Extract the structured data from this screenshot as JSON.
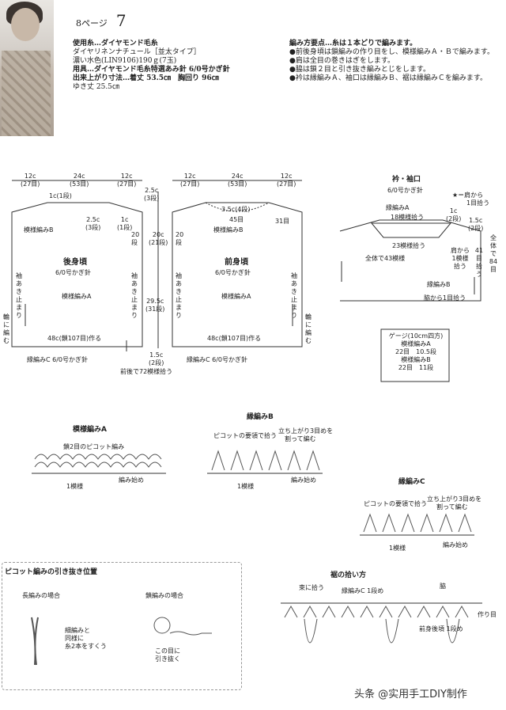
{
  "header": {
    "page_ref": "8ページ",
    "page_no": "7",
    "yarn_label": "使用糸…ダイヤモンド毛糸",
    "yarn_line2": "ダイヤリネンナチュール［並太タイプ］",
    "yarn_line3": "濃い水色(LIN9106)190ｇ(7玉)",
    "tool_label": "用具…ダイヤモンド毛糸特選あみ針 6/0号かぎ針",
    "size_label": "出来上がり寸法…着丈 53.5㎝　胸回り 96㎝",
    "size_line2": "ゆき丈 25.5㎝"
  },
  "points": {
    "title": "編み方要点…糸は１本どりで編みます。",
    "items": [
      "●前後身頃は鎖編みの作り目をし、模様編みＡ・Ｂで編みます。",
      "●肩は全目の巻きはぎをします。",
      "●脇は鎖２目と引き抜き編みとじをします。",
      "●衿は縁編みＡ、袖口は縁編みＢ、裾は縁編みＣを編みます。"
    ]
  },
  "back": {
    "title": "後身頃",
    "hook": "6/0号かぎ針",
    "pattern": "模様編みA",
    "top_left": "12c",
    "top_left_rows": "(27目)",
    "top_mid": "24c",
    "top_mid_rows": "(53目)",
    "top_right": "12c",
    "top_right_rows": "(27目)",
    "neck": "1c(1段)",
    "neck2": "2.5c",
    "neck2_rows": "(3段)",
    "neck3": "1c",
    "neck3_rows": "(1段)",
    "patB": "模様編みB",
    "side": "20段",
    "armhole": "袖あき止まり",
    "bottom": "48c(鎖107目)作る",
    "edge": "縁編みC 6/0号かぎ針",
    "wa": "輪に編む"
  },
  "center": {
    "d1": "2.5c",
    "d1r": "(3段)",
    "d2": "20c",
    "d2r": "(21段)",
    "d3": "29.5c",
    "d3r": "(31段)",
    "d4": "1.5c",
    "d4r": "(2段)",
    "note": "前後で72模様拾う"
  },
  "front": {
    "title": "前身頃",
    "hook": "6/0号かぎ針",
    "pattern": "模様編みA",
    "top_left": "12c",
    "top_left_rows": "(27目)",
    "top_mid": "24c",
    "top_mid_rows": "(53目)",
    "top_right": "12c",
    "top_right_rows": "(27目)",
    "neck": "3.5c(4段)",
    "neck2": "45目",
    "neck3": "31目",
    "patB": "模様編みB",
    "side": "20段",
    "armhole": "袖あき止まり",
    "bottom": "48c(鎖107目)作る",
    "edge": "縁編みC 6/0号かぎ針",
    "wa": "輪に編む"
  },
  "collar": {
    "title": "衿・袖口",
    "hook": "6/0号かぎ針",
    "star": "★＝肩から",
    "star2": "1目拾う",
    "edgeA": "縁編みA",
    "pick18": "18模様拾う",
    "pick23": "23模様拾う",
    "total": "全体で43模様",
    "c1": "1c",
    "c1r": "(2段)",
    "c15": "1.5c",
    "c15r": "(2段)",
    "shoulder": "肩から",
    "shoulder2": "1模様",
    "shoulder3": "拾う",
    "n41": "41",
    "n41b": "目拾う",
    "all": "全体で",
    "all84": "84",
    "all84b": "目",
    "edgeB": "縁編みB",
    "side": "脇から1目拾う"
  },
  "gauge": {
    "title": "ゲージ(10cm四方)",
    "patA": "模様編みA",
    "rowA": "22目　10.5段",
    "patB": "模様編みB",
    "rowB": "22目　11段"
  },
  "charts": {
    "A_title": "模様編みA",
    "A_note": "鎖2目のピコット編み",
    "A_unit": "1模様",
    "A_start": "編み始め",
    "B_title": "縁編みB",
    "B_note1": "ピコットの要領で拾う",
    "B_note2": "立ち上がり3目めを",
    "B_note3": "割って編む",
    "B_unit": "1模様",
    "B_start": "編み始め",
    "C_title": "縁編みC",
    "C_note1": "ピコットの要領で拾う",
    "C_note2": "立ち上がり3目めを",
    "C_note3": "割って編む",
    "C_unit": "1模様",
    "C_start": "編み始め"
  },
  "picot": {
    "title": "ピコット編みの引き抜き位置",
    "long": "長編みの場合",
    "chain": "鎖編みの場合",
    "long_note1": "細編みと",
    "long_note2": "同様に",
    "long_note3": "糸2本をすくう",
    "chain_note1": "この目に",
    "chain_note2": "引き抜く"
  },
  "hem": {
    "title": "裾の拾い方",
    "bundle": "束に拾う",
    "edgeC": "縁編みC 1段め",
    "side": "脇",
    "base": "作り目",
    "back": "前身後頃 1段め"
  },
  "watermark": "头条 @实用手工DIY制作"
}
